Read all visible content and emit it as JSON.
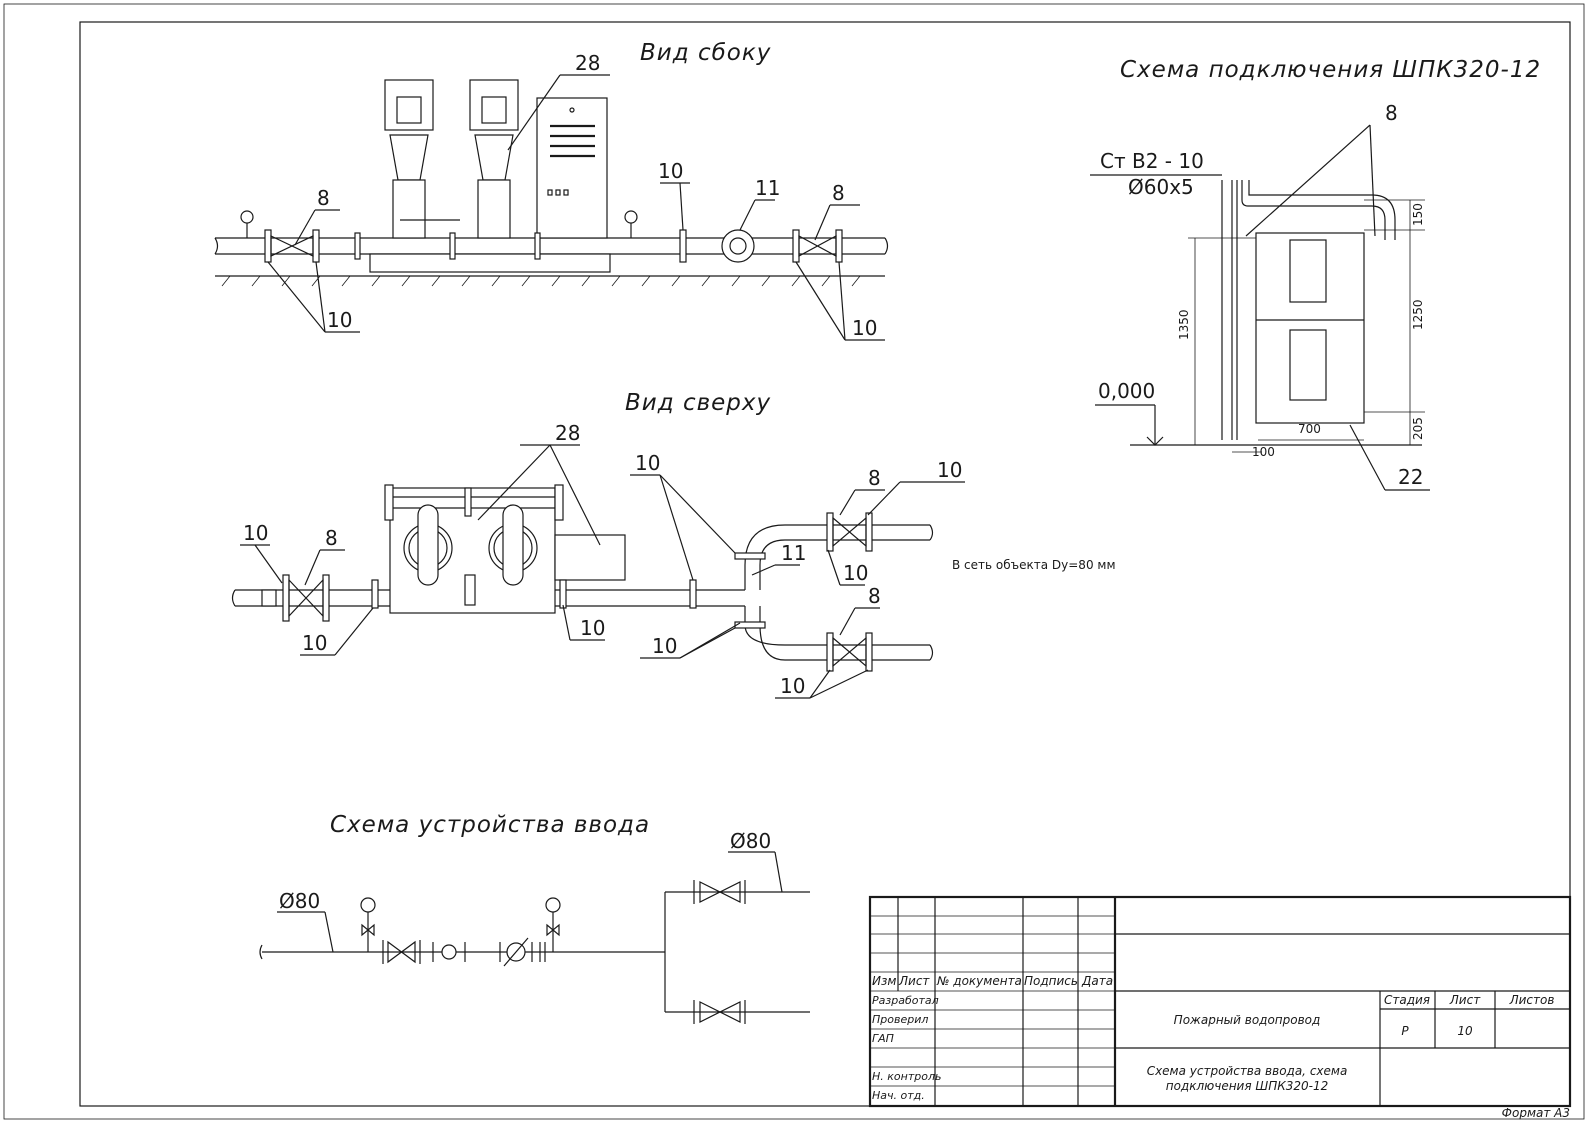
{
  "titles": {
    "side_view": "Вид сбоку",
    "top_view": "Вид сверху",
    "connection_scheme": "Схема подключения ШПК320-12",
    "inlet_scheme": "Схема устройства ввода"
  },
  "callouts": {
    "n28": "28",
    "n8": "8",
    "n10": "10",
    "n11": "11",
    "n22": "22"
  },
  "connection": {
    "pipe_label_1": "Ст В2 - 10",
    "pipe_label_2": "Ø60x5",
    "level": "0,000",
    "dims": {
      "d1350": "1350",
      "d1250": "1250",
      "d150": "150",
      "d205": "205",
      "d700": "700",
      "d100": "100"
    }
  },
  "top_view_note": "В сеть объекта Dу=80 мм",
  "inlet": {
    "dia_1": "Ø80",
    "dia_2": "Ø80"
  },
  "title_block": {
    "col_izm": "Изм",
    "col_list": "Лист",
    "col_doc": "№ документа",
    "col_sign": "Подпись",
    "col_date": "Дата",
    "row_dev": "Разработал",
    "row_check": "Проверил",
    "row_gap": "ГАП",
    "row_ncontrol": "Н. контроль",
    "row_head": "Нач. отд.",
    "project_name": "Пожарный водопровод",
    "stage_h": "Стадия",
    "sheet_h": "Лист",
    "sheets_h": "Листов",
    "stage": "Р",
    "sheet": "10",
    "sheets": "",
    "sheet_title_1": "Схема устройства ввода, схема",
    "sheet_title_2": "подключения ШПК320-12"
  },
  "format": "Формат А3"
}
